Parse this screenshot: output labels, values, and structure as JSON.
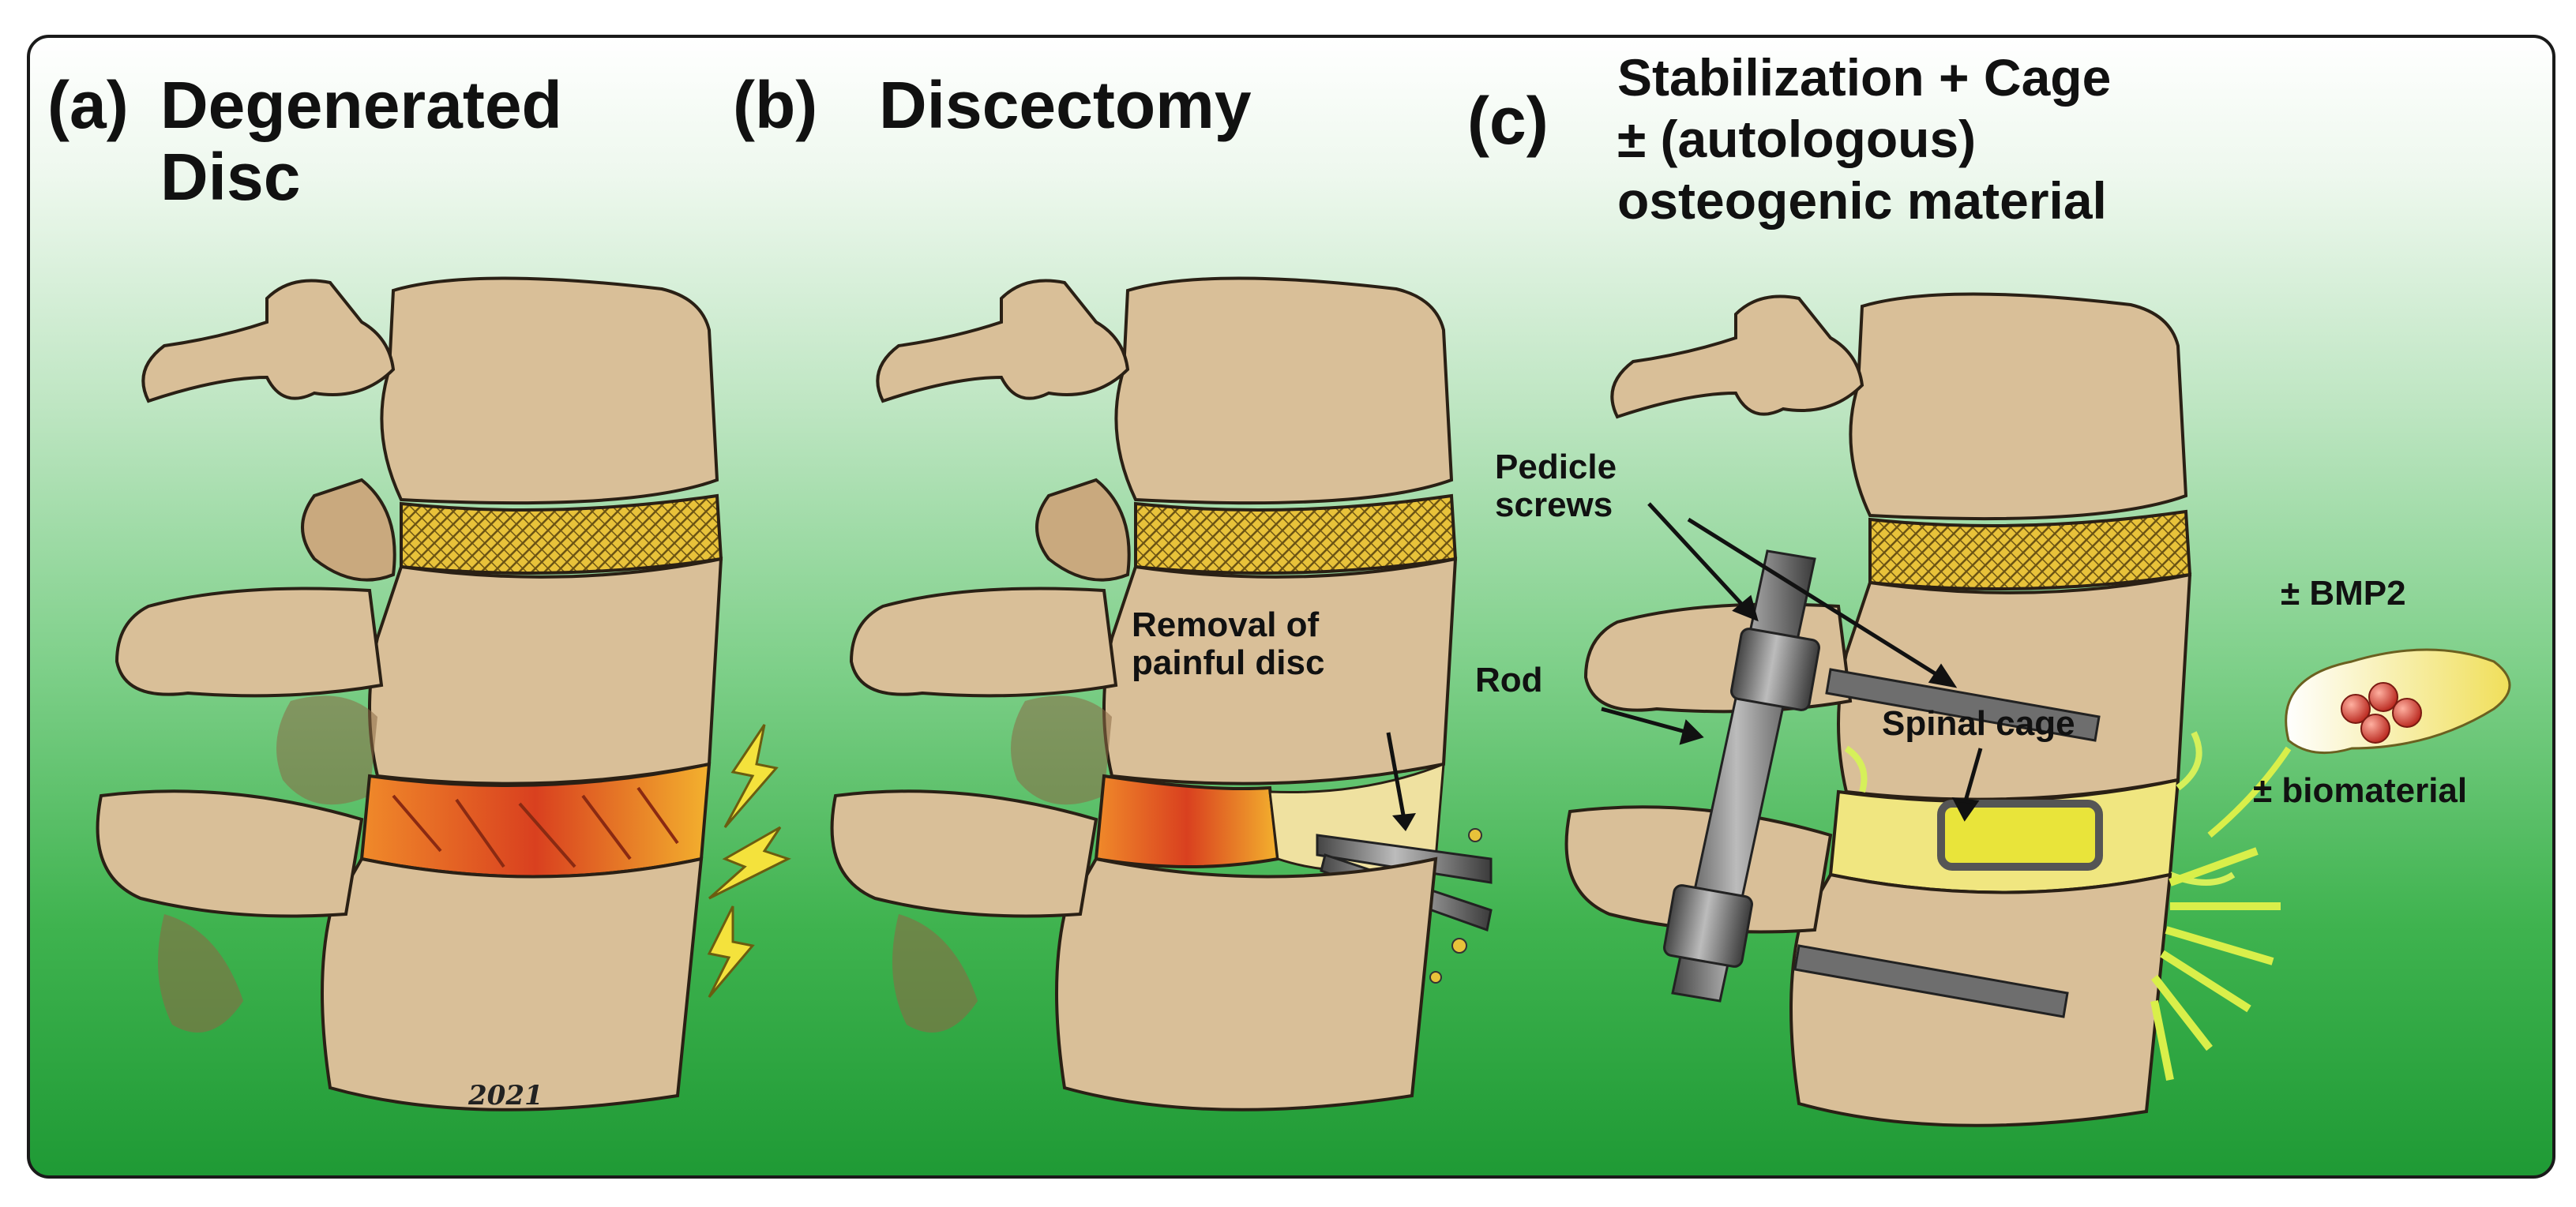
{
  "panels": [
    {
      "letter": "(a)",
      "title": "Degenerated\nDisc"
    },
    {
      "letter": "(b)",
      "title": "Discectomy"
    },
    {
      "letter": "(c)",
      "title": "Stabilization + Cage\n± (autologous)\nosteogenic material"
    }
  ],
  "labels": {
    "removal": "Removal of\npainful disc",
    "pedicle_screws": "Pedicle\nscrews",
    "rod": "Rod",
    "spinal_cage": "Spinal cage",
    "bmp2": "± BMP2",
    "biomaterial": "± biomaterial"
  },
  "signature": "2021",
  "colors": {
    "bone": "#d9bf98",
    "bone_shadow": "#8a6a45",
    "healthy_disc": "#e8c23a",
    "degenerated_disc": "#e0542a",
    "pain_spark": "#f4e23c",
    "metal": "#7a7a7a",
    "cage_fill": "#e9e43a",
    "bmp_drop": "#d83a2e"
  },
  "icons": [
    "lightning-icon",
    "arrow-icon",
    "bmp2-droplet-icon"
  ]
}
